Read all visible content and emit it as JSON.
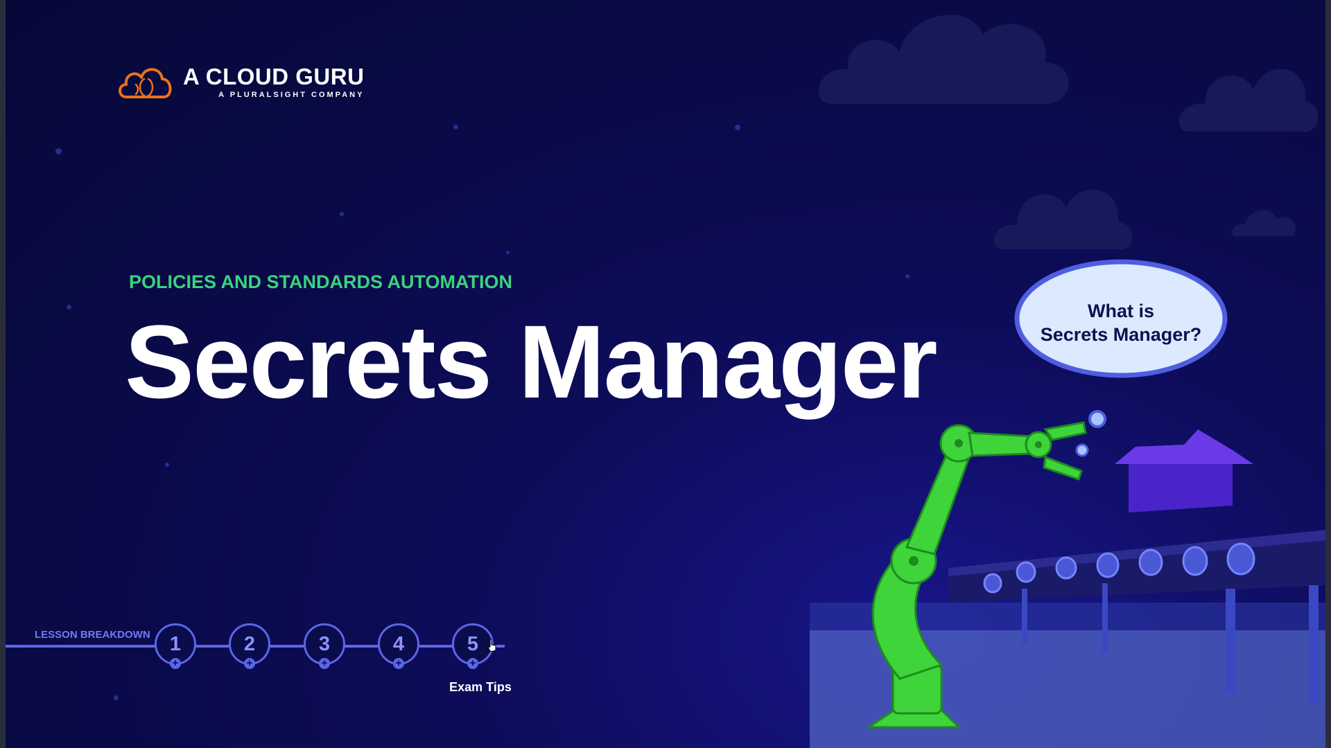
{
  "brand": {
    "name": "A CLOUD GURU",
    "tagline": "A PLURALSIGHT COMPANY",
    "orange": "#e9731b"
  },
  "slide": {
    "category": "POLICIES AND STANDARDS AUTOMATION",
    "title": "Secrets Manager",
    "bubble_line1": "What is",
    "bubble_line2": "Secrets Manager?",
    "accent_green": "#38d47e",
    "accent_blue": "#5b66e6"
  },
  "lesson": {
    "label": "LESSON BREAKDOWN",
    "steps": [
      "1",
      "2",
      "3",
      "4",
      "5"
    ],
    "active_label": "Exam Tips",
    "plus_symbol": "+"
  },
  "icons": {
    "logo": "cloud-brain-icon",
    "cursor": "hand-pointer-icon",
    "robot": "robot-arm-illustration"
  }
}
